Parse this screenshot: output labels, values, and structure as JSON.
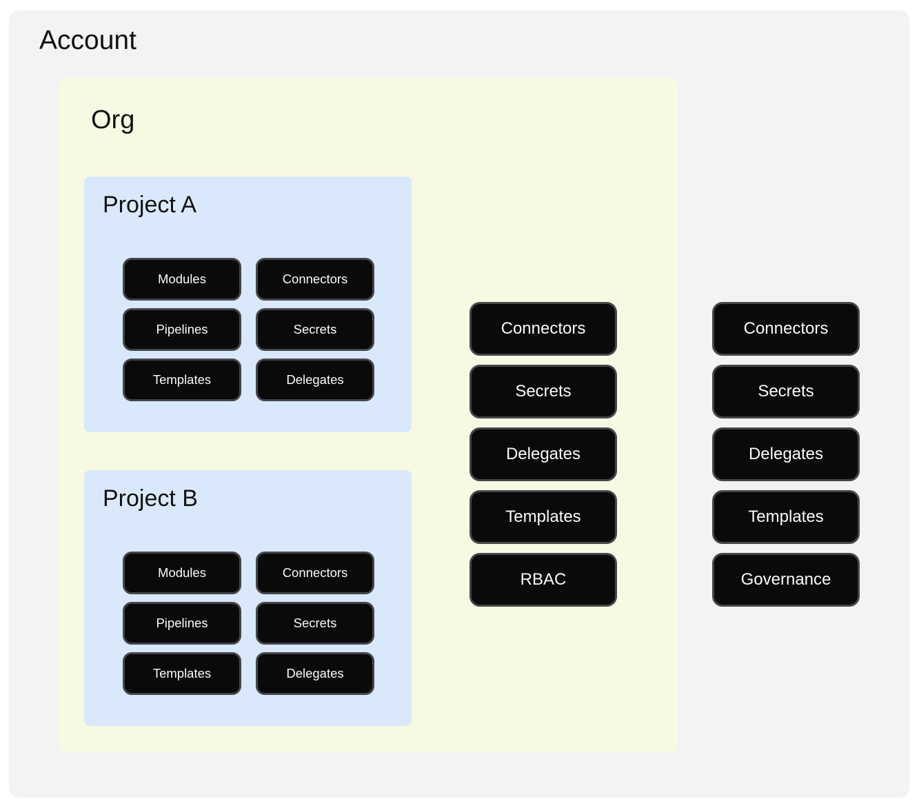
{
  "diagram": {
    "account": {
      "label": "Account",
      "resources": [
        "Connectors",
        "Secrets",
        "Delegates",
        "Templates",
        "Governance"
      ]
    },
    "org": {
      "label": "Org",
      "resources": [
        "Connectors",
        "Secrets",
        "Delegates",
        "Templates",
        "RBAC"
      ]
    },
    "projects": [
      {
        "label": "Project A",
        "resources": [
          "Modules",
          "Connectors",
          "Pipelines",
          "Secrets",
          "Templates",
          "Delegates"
        ]
      },
      {
        "label": "Project B",
        "resources": [
          "Modules",
          "Connectors",
          "Pipelines",
          "Secrets",
          "Templates",
          "Delegates"
        ]
      }
    ],
    "colors": {
      "account_bg": "#f3f3f3",
      "org_bg": "#f8f9e3",
      "project_bg": "#d9e9fb",
      "node_bg": "#0a0a0a",
      "node_border": "#45454a",
      "node_text": "#fafafa"
    }
  }
}
